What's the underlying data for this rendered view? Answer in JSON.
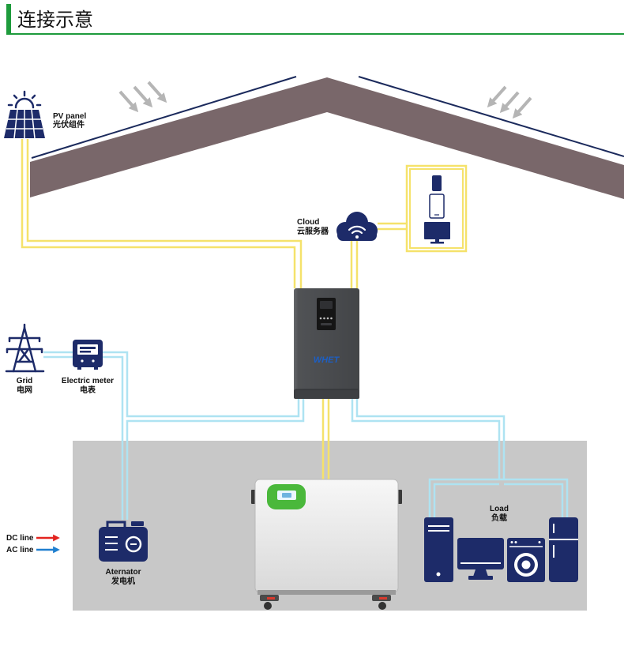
{
  "header": {
    "title": "连接示意"
  },
  "colors": {
    "accent": "#1e9b3c",
    "icon": "#1d2b69",
    "roof": "#79676a",
    "roof_edge": "#1b2a5c",
    "ground": "#c8c8c8",
    "dc_wire": "#f5e26b",
    "ac_wire": "#aee3f2",
    "legend_dc": "#e3241f",
    "legend_ac": "#1f7fcf",
    "brand": "#1d5fc4",
    "battery_badge": "#4ab83b"
  },
  "diagram": {
    "sunlight": {
      "icon": "sunlight-arrows-icon"
    },
    "pv_panel": {
      "label_en": "PV panel",
      "label_zh": "光伏组件",
      "icon": "solar-panel-icon"
    },
    "cloud": {
      "label_en": "Cloud",
      "label_zh": "云服务器",
      "icon": "cloud-wifi-icon"
    },
    "remote_devices": {
      "icons": [
        "smartphone-icon",
        "tablet-icon",
        "desktop-monitor-icon"
      ]
    },
    "inverter": {
      "brand": "WHET",
      "icon": "inverter-icon"
    },
    "grid": {
      "label_en": "Grid",
      "label_zh": "电网",
      "icon": "power-tower-icon"
    },
    "electric_meter": {
      "label_en": "Electric meter",
      "label_zh": "电表",
      "icon": "electric-meter-icon"
    },
    "battery": {
      "icon": "battery-cabinet-icon"
    },
    "generator": {
      "label_en": "Aternator",
      "label_zh": "发电机",
      "icon": "generator-icon"
    },
    "load": {
      "label_en": "Load",
      "label_zh": "负载",
      "icons": [
        "computer-tower-icon",
        "monitor-icon",
        "washing-machine-icon",
        "refrigerator-icon"
      ]
    }
  },
  "legend": {
    "dc": {
      "label": "DC line"
    },
    "ac": {
      "label": "AC line"
    }
  }
}
